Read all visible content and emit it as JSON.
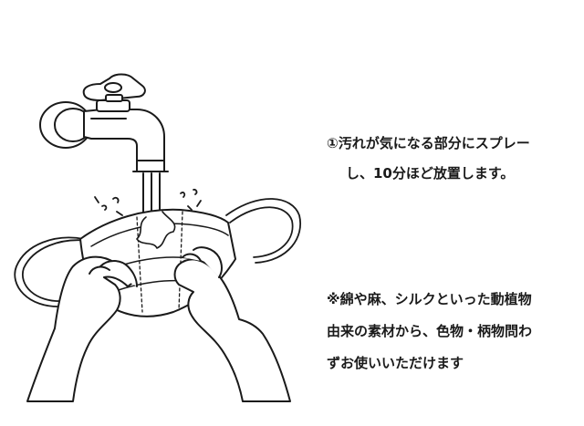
{
  "instruction": {
    "step_line1": "①汚れが気になる部分にスプレー",
    "step_line2": "し、10分ほど放置します。"
  },
  "note": {
    "line1": "※綿や麻、シルクといった動植物",
    "line2": "由来の素材から、色物・柄物問わ",
    "line3": "ずお使いいただけます"
  },
  "illustration": {
    "icon": "faucet-washing-mask-icon"
  }
}
